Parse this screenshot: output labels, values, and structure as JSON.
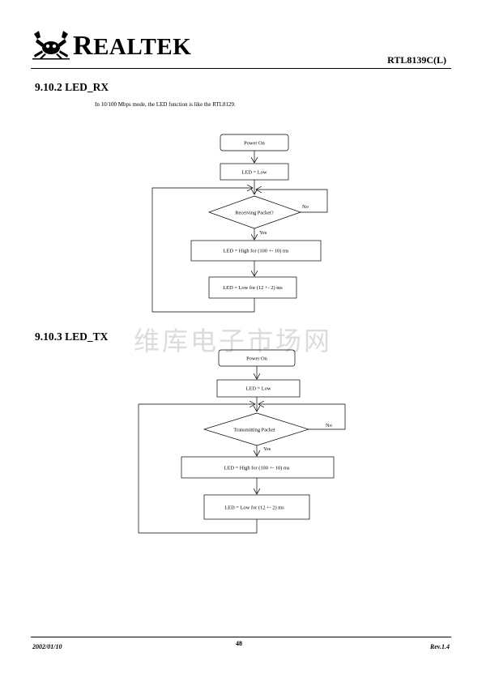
{
  "header": {
    "logo_text": "REALTEK",
    "logo_initial": "R",
    "logo_rest": "EALTEK",
    "part_number": "RTL8139C(L)"
  },
  "rx_section": {
    "heading": "9.10.2 LED_RX",
    "description": "In 10/100 Mbps mode, the LED function is like the RTL8129.",
    "flow": {
      "start": "Power On",
      "init": "LED = Low",
      "decision": "Receiving Packet?",
      "no_label": "No",
      "yes_label": "Yes",
      "high": "LED = High for (100 +- 10) ms",
      "low": "LED = Low for (12 +- 2) ms"
    }
  },
  "tx_section": {
    "heading": "9.10.3 LED_TX",
    "flow": {
      "start": "Power On",
      "init": "LED = Low",
      "decision": "Transmitting Packet",
      "no_label": "No",
      "yes_label": "Yes",
      "high": "LED = High for (100 +- 10) ms",
      "low": "LED = Low for (12 +- 2) ms"
    }
  },
  "watermark": "维库电子市场网",
  "footer": {
    "date": "2002/01/10",
    "page": "48",
    "revision": "Rev.1.4"
  }
}
